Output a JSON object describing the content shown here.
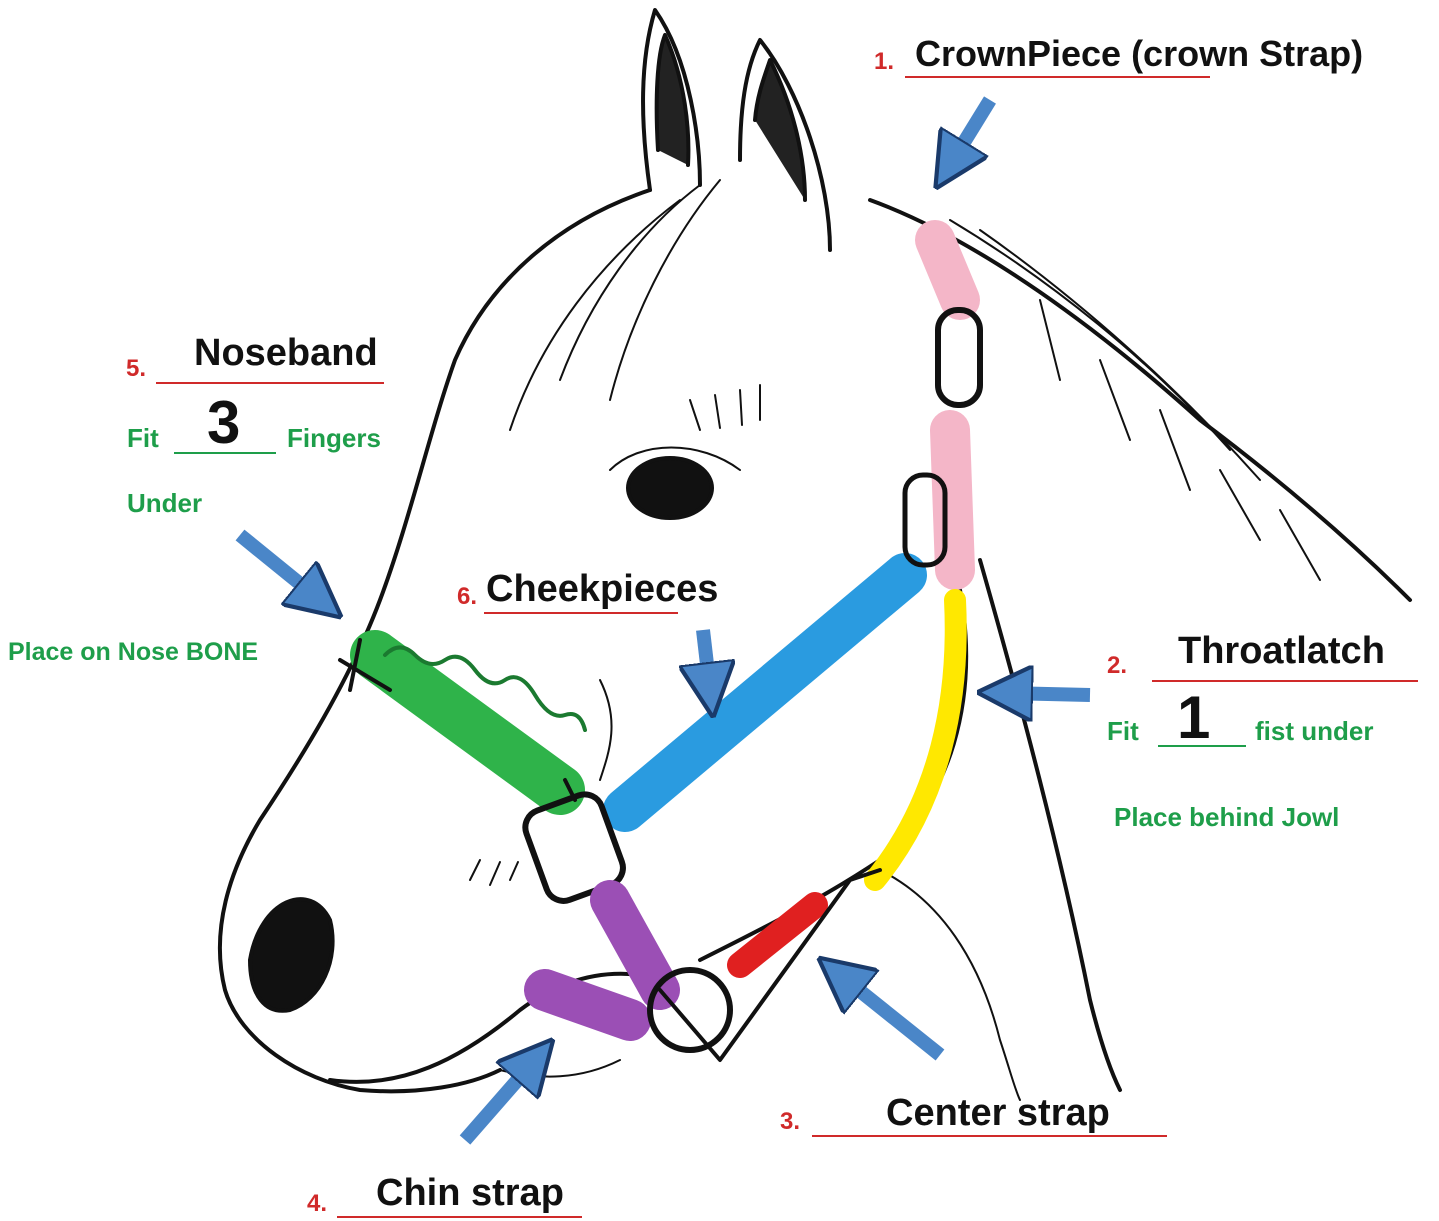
{
  "colors": {
    "crown_piece": "#f4b6c8",
    "throatlatch": "#ffe800",
    "center_strap": "#e02020",
    "chin_strap": "#9b4fb5",
    "noseband": "#2fb34a",
    "cheekpieces": "#2a9be0",
    "arrow": "#4a86c8",
    "label_number": "#d02a2a",
    "fit_text": "#1e9e4a"
  },
  "labels": {
    "crown": {
      "number": "1.",
      "answer": "CrownPiece (crown Strap)"
    },
    "throatlatch": {
      "number": "2.",
      "answer": "Throatlatch",
      "fit_prefix": "Fit",
      "fit_value": "1",
      "fit_suffix": "fist under",
      "placement": "Place behind Jowl"
    },
    "center": {
      "number": "3.",
      "answer": "Center strap"
    },
    "chin": {
      "number": "4.",
      "answer": "Chin strap"
    },
    "noseband": {
      "number": "5.",
      "answer": "Noseband",
      "fit_prefix": "Fit",
      "fit_value": "3",
      "fit_suffix": "Fingers",
      "fit_suffix2": "Under",
      "placement": "Place on Nose BONE"
    },
    "cheek": {
      "number": "6.",
      "answer": "Cheekpieces"
    }
  },
  "arrows": [
    {
      "name": "crown-arrow",
      "points_to": "crown"
    },
    {
      "name": "noseband-arrow",
      "points_to": "noseband"
    },
    {
      "name": "cheek-arrow",
      "points_to": "cheek"
    },
    {
      "name": "throatlatch-arrow",
      "points_to": "throatlatch"
    },
    {
      "name": "center-arrow",
      "points_to": "center"
    },
    {
      "name": "chin-arrow",
      "points_to": "chin"
    }
  ]
}
